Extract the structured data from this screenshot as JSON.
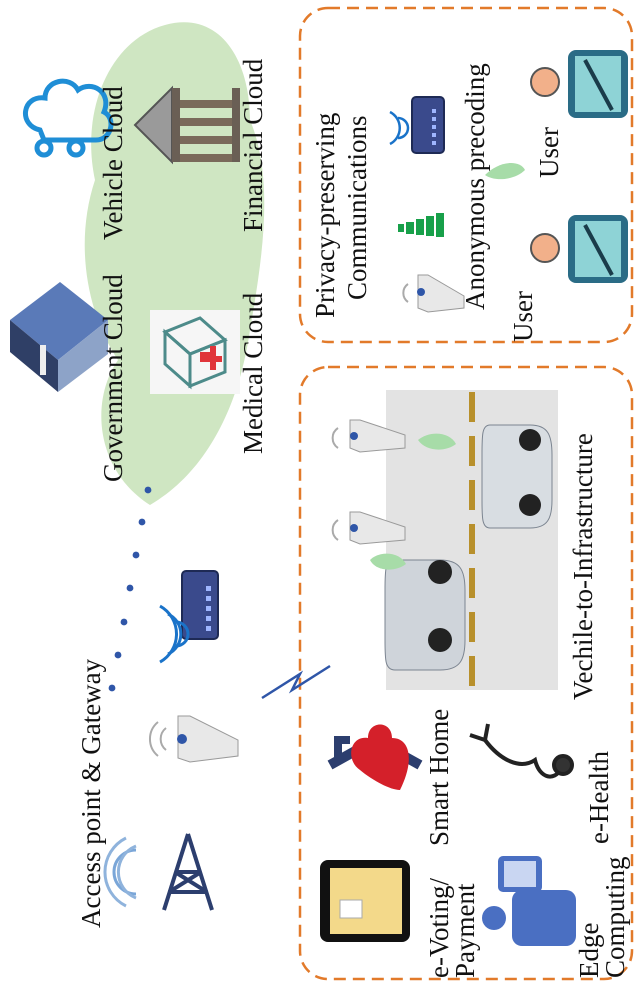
{
  "labels": {
    "access_point_gateway": "Access point & Gateway",
    "government_cloud": "Government Cloud",
    "vehicle_cloud": "Vehicle Cloud",
    "medical_cloud": "Medical Cloud",
    "financial_cloud": "Financial Cloud",
    "privacy_preserving": "Privacy-preserving",
    "communications": "Communications",
    "anonymous_precoding": "Anonymous precoding",
    "user_1": "User",
    "user_2": "User",
    "e_voting": "e-Voting/",
    "payment": "Payment",
    "smart_home": "Smart Home",
    "edge": "Edge",
    "computing": "Computing",
    "e_health": "e-Health",
    "v2i": "Vechile-to-Infrastructure"
  },
  "colors": {
    "cloud_fill": "#cfe6c2",
    "dashed_border": "#e27a2a",
    "road": "#e3e3e3",
    "lane_line": "#b8902c",
    "server_blue": "#3a4a8c",
    "signal_green": "#18a04a",
    "wifi_blue": "#1a73c9",
    "heart_red": "#d4202a",
    "house_blue": "#2c3e6e",
    "person_blue": "#4a6fc2",
    "tablet_screen": "#f3d98a",
    "dot_blue": "#2f56a8"
  },
  "icons": [
    "cell-tower-icon",
    "antenna-icon",
    "router-icon",
    "dotted-link-icon",
    "cloud-icon",
    "building-icon",
    "bank-icon",
    "medical-box-icon",
    "lightning-link-icon",
    "tablet-icon",
    "person-icon",
    "phone-icon",
    "house-heart-icon",
    "stethoscope-icon",
    "car-icon",
    "laptop-icon",
    "signal-bars-icon"
  ]
}
